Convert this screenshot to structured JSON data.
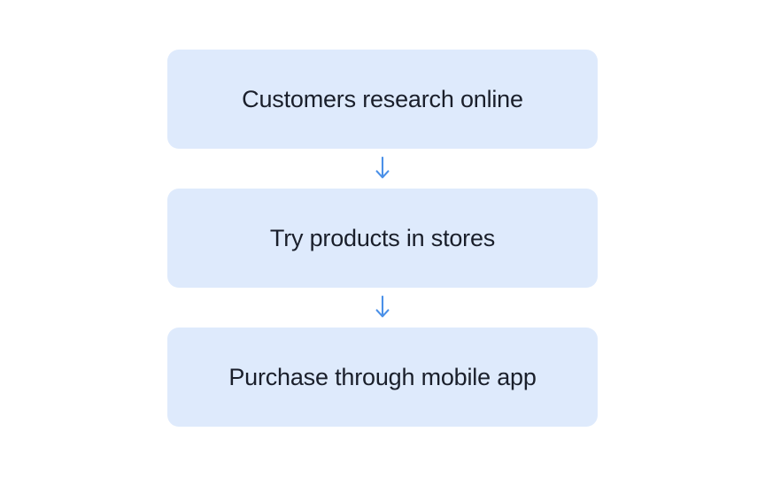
{
  "diagram": {
    "type": "flowchart",
    "orientation": "vertical",
    "background_color": "#ffffff",
    "node_fill_color": "#deeafc",
    "node_text_color": "#1a1f2b",
    "connector_color": "#4a90e8",
    "nodes": [
      {
        "id": "node-1",
        "label": "Customers research online"
      },
      {
        "id": "node-2",
        "label": "Try products in stores"
      },
      {
        "id": "node-3",
        "label": "Purchase through mobile app"
      }
    ],
    "connectors": [
      {
        "id": "connector-1",
        "icon": "arrow-down-icon",
        "from": "node-1",
        "to": "node-2"
      },
      {
        "id": "connector-2",
        "icon": "arrow-down-icon",
        "from": "node-2",
        "to": "node-3"
      }
    ]
  }
}
